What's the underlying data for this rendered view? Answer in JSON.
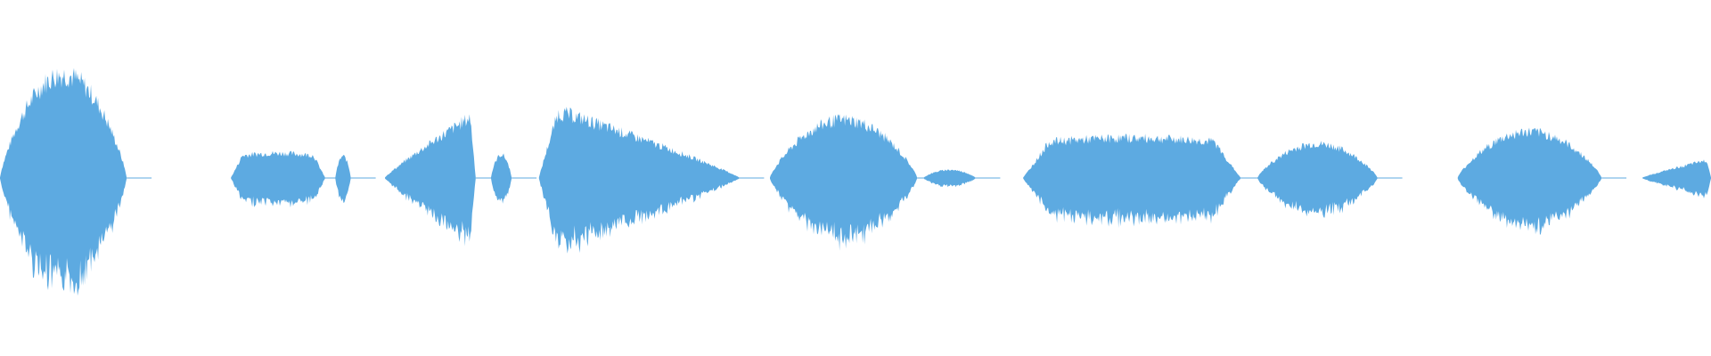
{
  "waveform": {
    "color": "#5DAAE1",
    "background": "#FFFFFF",
    "segments": [
      {
        "id": "burst-1",
        "start": 0.0,
        "end": 0.074,
        "peak": 0.68,
        "shape": "bell"
      },
      {
        "id": "burst-2",
        "start": 0.135,
        "end": 0.19,
        "peak": 0.16,
        "shape": "flat"
      },
      {
        "id": "burst-3",
        "start": 0.196,
        "end": 0.205,
        "peak": 0.14,
        "shape": "bell"
      },
      {
        "id": "burst-4",
        "start": 0.225,
        "end": 0.278,
        "peak": 0.42,
        "shape": "rise"
      },
      {
        "id": "burst-5",
        "start": 0.287,
        "end": 0.299,
        "peak": 0.15,
        "shape": "bell"
      },
      {
        "id": "burst-6",
        "start": 0.315,
        "end": 0.432,
        "peak": 0.42,
        "shape": "decay"
      },
      {
        "id": "burst-7",
        "start": 0.45,
        "end": 0.536,
        "peak": 0.38,
        "shape": "bell"
      },
      {
        "id": "burst-8",
        "start": 0.54,
        "end": 0.57,
        "peak": 0.05,
        "shape": "bell"
      },
      {
        "id": "burst-9",
        "start": 0.598,
        "end": 0.725,
        "peak": 0.26,
        "shape": "flat"
      },
      {
        "id": "burst-10",
        "start": 0.735,
        "end": 0.805,
        "peak": 0.22,
        "shape": "bell"
      },
      {
        "id": "burst-11",
        "start": 0.852,
        "end": 0.936,
        "peak": 0.3,
        "shape": "bell"
      },
      {
        "id": "burst-12",
        "start": 0.96,
        "end": 1.0,
        "peak": 0.12,
        "shape": "rise"
      }
    ]
  }
}
